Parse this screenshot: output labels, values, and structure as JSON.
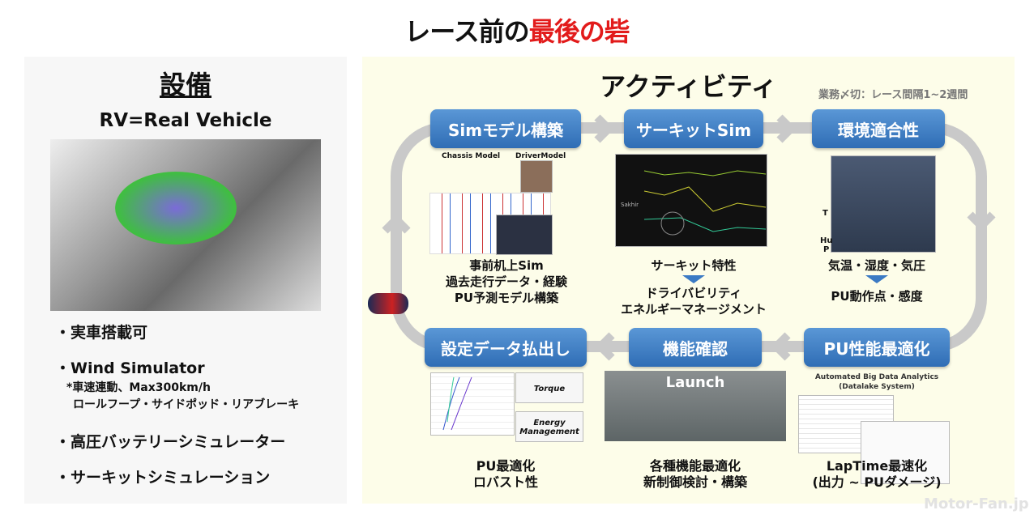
{
  "title": {
    "part1": "レース前の",
    "part2": "最後の砦"
  },
  "equipment": {
    "heading": "設備",
    "subtitle": "RV=Real Vehicle",
    "bullets": [
      "・実車搭載可",
      "・Wind Simulator",
      "・高圧バッテリーシミュレーター",
      "・サーキットシミュレーション"
    ],
    "wind_notes": [
      "*車速連動、Max300km/h",
      "ロールフープ・サイドポッド・リアブレーキ"
    ]
  },
  "activity": {
    "heading": "アクティビティ",
    "deadline": "業務〆切：レース間隔1~2週間",
    "steps": [
      {
        "label": "Simモデル構築",
        "captions": [
          "事前机上Sim",
          "過去走行データ・経験",
          "PU予測モデル構築"
        ],
        "image_labels": [
          "Chassis Model",
          "DriverModel"
        ]
      },
      {
        "label": "サーキットSim",
        "captions": [
          "サーキット特性"
        ],
        "result": [
          "ドライバビリティ",
          "エネルギーマネージメント"
        ],
        "image_labels": [
          "Sakhir"
        ]
      },
      {
        "label": "環境適合性",
        "captions": [
          "気温・湿度・気圧"
        ],
        "result": [
          "PU動作点・感度"
        ],
        "image_labels": [
          "T",
          "Hu",
          "P"
        ]
      },
      {
        "label": "PU性能最適化",
        "captions": [
          "LapTime最速化",
          "(出力 ~ PUダメージ)"
        ],
        "image_labels": [
          "Automated Big Data Analytics",
          "(Datalake System)"
        ]
      },
      {
        "label": "機能確認",
        "captions": [
          "各種機能最適化",
          "新制御検討・構築"
        ],
        "image_labels": [
          "Launch"
        ]
      },
      {
        "label": "設定データ払出し",
        "captions": [
          "PU最適化",
          "ロバスト性"
        ],
        "image_labels": [
          "Torque",
          "Energy",
          "Management"
        ]
      }
    ]
  },
  "watermark": "Motor-Fan.jp",
  "colors": {
    "accent_red": "#e21b1b",
    "box_blue": "#3b7ac4",
    "panel_yellow": "#fdfde9"
  }
}
